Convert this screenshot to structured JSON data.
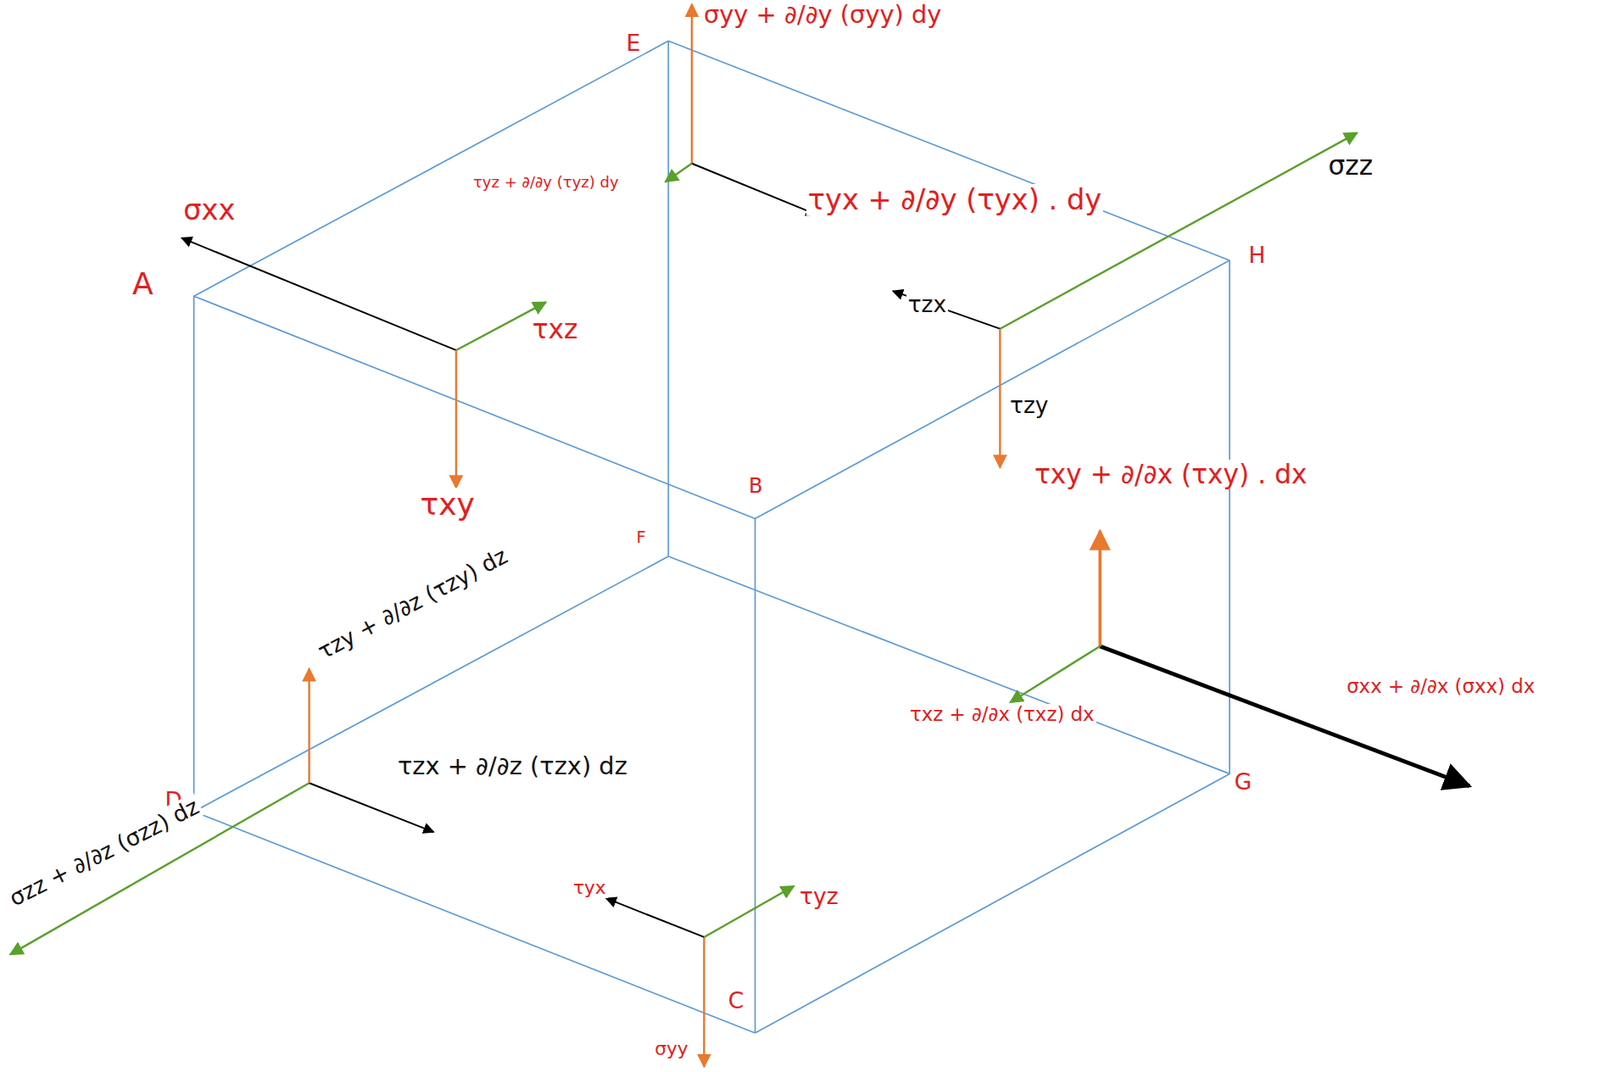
{
  "diagram": {
    "labels": [
      "E",
      "σyy + ∂/∂y (σyy) dy",
      "σzz",
      "τyz + ∂/∂y (τyz) dy",
      "τyx + ∂/∂y (τyx) . dy",
      "σxx",
      "H",
      "A",
      "τzx",
      "τxz",
      "τzy",
      "τxy + ∂/∂x (τxy) . dx",
      "B",
      "τxy",
      "F",
      "τzy + ∂/∂z (τzy) dz",
      "σxx + ∂/∂x (σxx) dx",
      "τxz + ∂/∂x (τxz) dx",
      "τzx + ∂/∂z (τzx) dz",
      "D",
      "G",
      "σzz + ∂/∂z (σzz) dz",
      "τyx",
      "τyz",
      "C",
      "σyy"
    ]
  }
}
